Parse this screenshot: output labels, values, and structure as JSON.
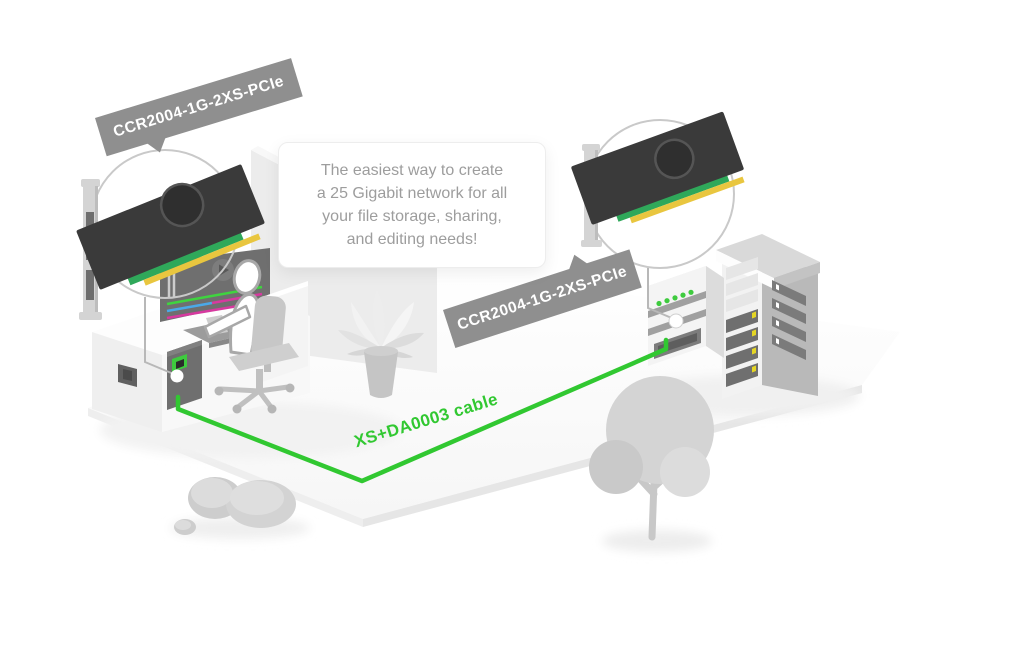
{
  "labels": {
    "card_left": "CCR2004-1G-2XS-PCIe",
    "card_right": "CCR2004-1G-2XS-PCIe",
    "cable": "XS+DA0003 cable"
  },
  "speech_bubble": {
    "lines": [
      "The easiest way to create",
      "a 25 Gigabit network for all",
      "your file storage, sharing,",
      "and editing needs!"
    ]
  },
  "colors": {
    "accent_green": "#31c831",
    "led_green": "#3ecb3e",
    "led_yellow": "#e5d624",
    "banner_gray": "#8f8f8f",
    "bubble_text_gray": "#9d9d9d",
    "card_dark": "#3a3a3a",
    "edge_connector_green": "#2fa85a",
    "edge_connector_gold": "#e9c63f"
  },
  "icons": {
    "monitor_play": "play-icon",
    "card_fan": "fan-icon",
    "server_leds": "led-indicator-icons"
  }
}
